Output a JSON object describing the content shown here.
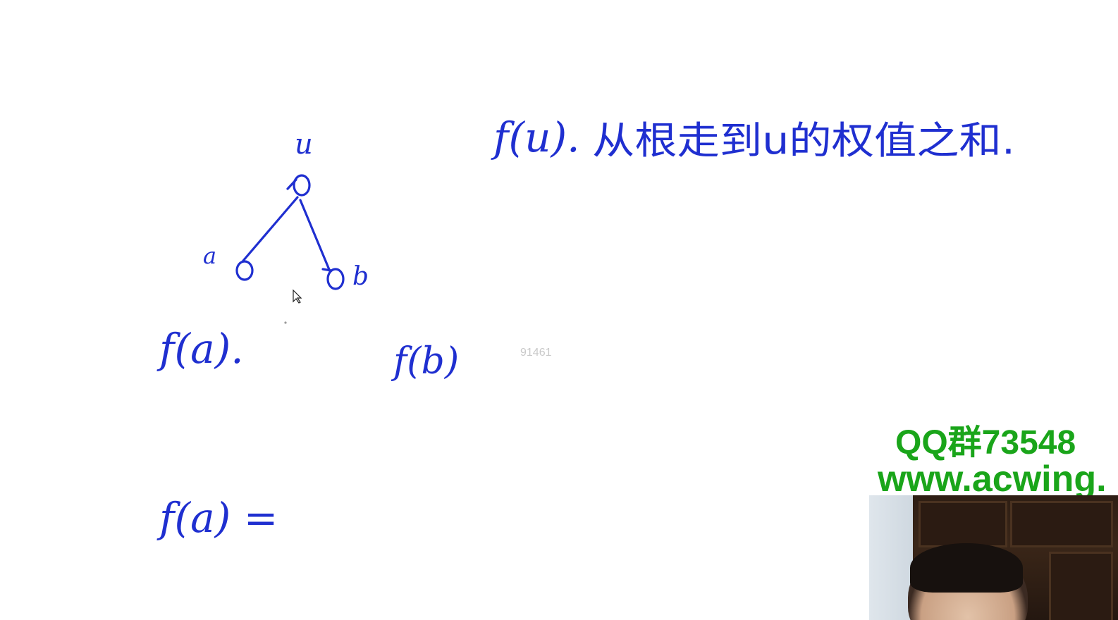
{
  "whiteboard": {
    "tree": {
      "root_label": "u",
      "left_label": "a",
      "right_label": "b"
    },
    "definition": {
      "lhs": "f(u).",
      "text": "从根走到u的权值之和."
    },
    "formulas": {
      "fa": "f(a).",
      "fb": "f(b)",
      "fa_eq": "f(a) ="
    },
    "watermark": "91461",
    "ink_color": "#1f2fd0"
  },
  "overlay": {
    "qq_text": "QQ群73548",
    "site_text": "www.acwing.",
    "color": "#1aa51a"
  },
  "webcam": {
    "label": "webcam-feed"
  }
}
